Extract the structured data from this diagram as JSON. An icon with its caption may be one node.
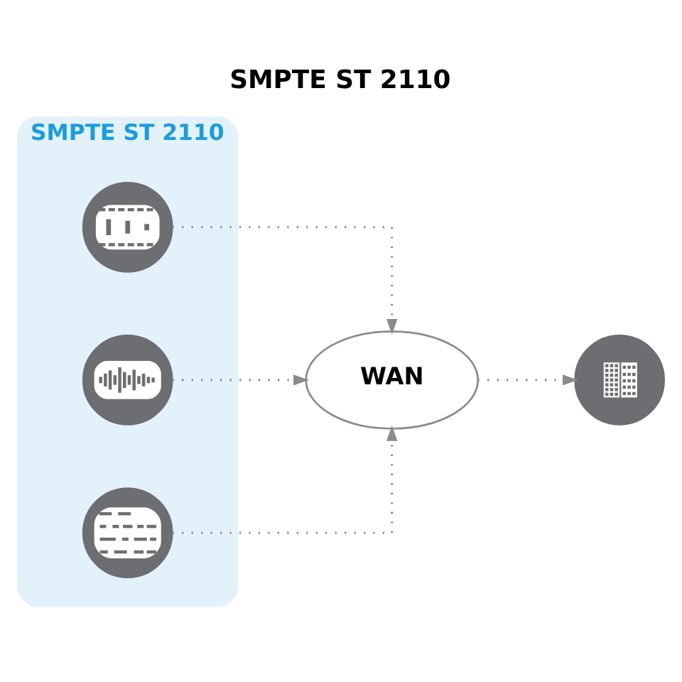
{
  "diagram": {
    "title": "SMPTE ST 2110",
    "nodes": [
      {
        "text": [
          "SMPTE ST 2110"
        ]
      },
      {
        "text": [],
        "shape": "picture",
        "in": 0
      },
      {
        "text": [],
        "shape": "picture",
        "in": 0
      },
      {
        "text": [],
        "shape": "picture",
        "in": 0
      },
      {
        "text": [
          "WAN"
        ]
      },
      {
        "text": [],
        "shape": "picture"
      }
    ],
    "edges": [
      {
        "from": 1,
        "to": 4,
        "arrow": "to",
        "style": "dashed"
      },
      {
        "from": 2,
        "to": 4,
        "arrow": "to",
        "style": "dashed"
      },
      {
        "from": 3,
        "to": 4,
        "arrow": "to",
        "style": "dashed"
      },
      {
        "from": 4,
        "to": 5,
        "arrow": "to",
        "style": "dashed"
      }
    ]
  }
}
